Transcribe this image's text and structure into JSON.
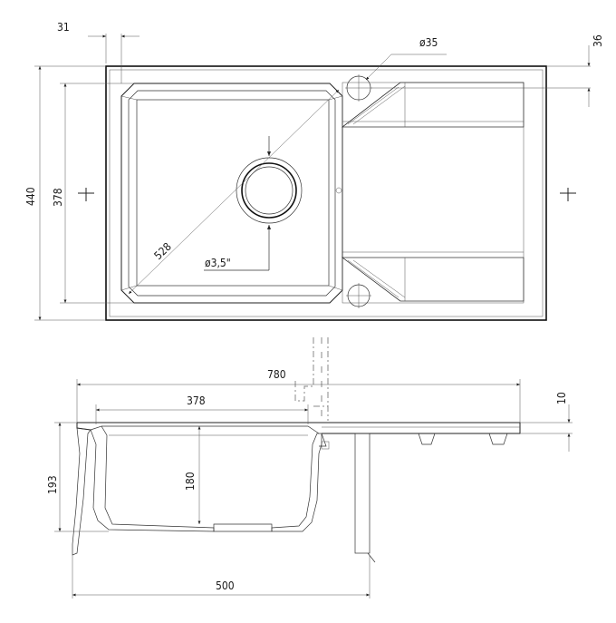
{
  "top_view": {
    "dimensions": {
      "edge_offset": "31",
      "tap_hole": "ø35",
      "tap_hole_offset": "36",
      "overall_depth": "440",
      "bowl_depth": "378",
      "bowl_diagonal": "528",
      "drain": "ø3,5\""
    }
  },
  "section_view": {
    "dimensions": {
      "overall_length": "780",
      "bowl_width": "378",
      "deck_thickness": "10",
      "total_height": "193",
      "bowl_height": "180",
      "cabinet_width": "500"
    }
  },
  "colors": {
    "line": "#222222",
    "background": "#ffffff"
  }
}
